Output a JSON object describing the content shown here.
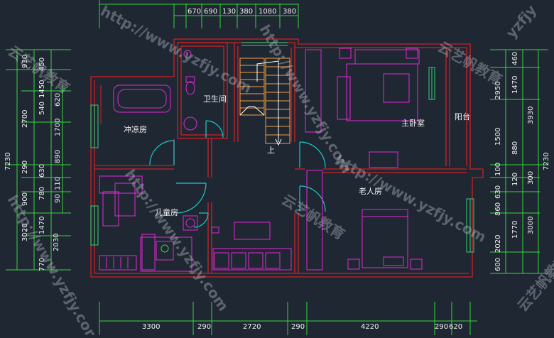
{
  "rooms": {
    "bathroom": "卫生间",
    "shower": "冲凉房",
    "master_bedroom": "主卧室",
    "balcony": "阳台",
    "stairs_up": "上",
    "elder_room": "老人房",
    "children_room": "儿童房"
  },
  "dims": {
    "top": [
      "670",
      "690",
      "130",
      "380",
      "1080",
      "380"
    ],
    "bottom": [
      "3300",
      "290",
      "2720",
      "290",
      "4220",
      "290",
      "620"
    ],
    "left_outer": [
      "7230"
    ],
    "left_mid": [
      "2700",
      "290",
      "900",
      "3020"
    ],
    "left_inner": [
      "450",
      "1450",
      "630",
      "780",
      "1470",
      "2030",
      "770"
    ],
    "left_top": [
      "930",
      "540",
      "620",
      "1700",
      "890",
      "110",
      "90"
    ],
    "right_outer": [
      "7230"
    ],
    "right_mid": [
      "3930",
      "300",
      "3000",
      "600"
    ],
    "right_inner": [
      "460",
      "1470",
      "2950",
      "1500",
      "880",
      "100",
      "120",
      "630",
      "860",
      "1770",
      "2020"
    ]
  },
  "watermarks": [
    "http://www.yzfjy.com",
    "云艺帆教育",
    "yzfjy"
  ],
  "colors": {
    "background": "#1f2733",
    "wall": "#d11f26",
    "furniture": "#e02ad6",
    "door": "#1cc9c9",
    "dimension": "#37d63c",
    "stair": "#f0a03c",
    "window": "#2fd07a"
  }
}
